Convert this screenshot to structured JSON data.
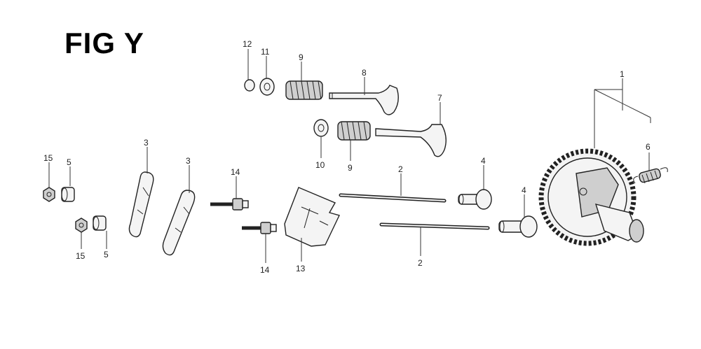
{
  "title": "FIG Y",
  "callouts": {
    "c1": "1",
    "c2a": "2",
    "c2b": "2",
    "c3a": "3",
    "c3b": "3",
    "c4a": "4",
    "c4b": "4",
    "c5a": "5",
    "c5b": "5",
    "c6": "6",
    "c7": "7",
    "c8": "8",
    "c9a": "9",
    "c9b": "9",
    "c10": "10",
    "c11": "11",
    "c12": "12",
    "c13": "13",
    "c14a": "14",
    "c14b": "14",
    "c15a": "15",
    "c15b": "15"
  }
}
